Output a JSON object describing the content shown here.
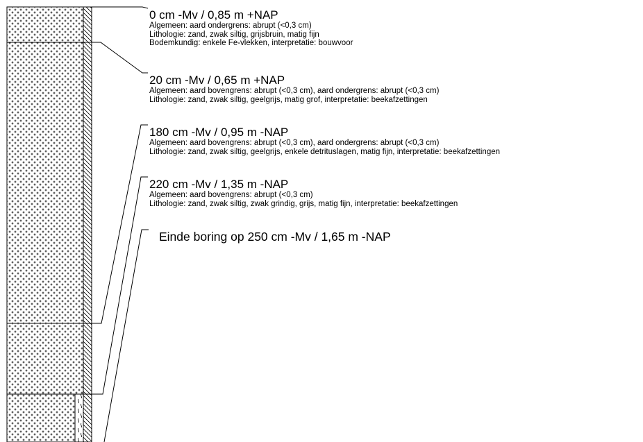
{
  "layers": [
    {
      "heading": "0 cm -Mv / 0,85 m +NAP",
      "lines": [
        "Algemeen: aard ondergrens: abrupt (<0,3 cm)",
        "Lithologie: zand, zwak siltig, grijsbruin, matig fijn",
        "Bodemkundig: enkele Fe-vlekken, interpretatie: bouwvoor"
      ]
    },
    {
      "heading": "20 cm -Mv / 0,65 m +NAP",
      "lines": [
        "Algemeen: aard bovengrens: abrupt (<0,3 cm), aard ondergrens: abrupt (<0,3 cm)",
        "Lithologie: zand, zwak siltig, geelgrijs, matig grof, interpretatie: beekafzettingen"
      ]
    },
    {
      "heading": "180 cm -Mv / 0,95 m -NAP",
      "lines": [
        "Algemeen: aard bovengrens: abrupt (<0,3 cm), aard ondergrens: abrupt (<0,3 cm)",
        "Lithologie: zand, zwak siltig, geelgrijs, enkele detrituslagen, matig fijn, interpretatie: beekafzettingen"
      ]
    },
    {
      "heading": "220 cm -Mv / 1,35 m -NAP",
      "lines": [
        "Algemeen: aard bovengrens: abrupt (<0,3 cm)",
        "Lithologie: zand, zwak siltig, zwak grindig, grijs, matig fijn, interpretatie: beekafzettingen"
      ]
    }
  ],
  "end_label": "Einde boring op 250 cm -Mv / 1,65 m -NAP",
  "colors": {
    "line": "#000000",
    "background": "#ffffff"
  }
}
